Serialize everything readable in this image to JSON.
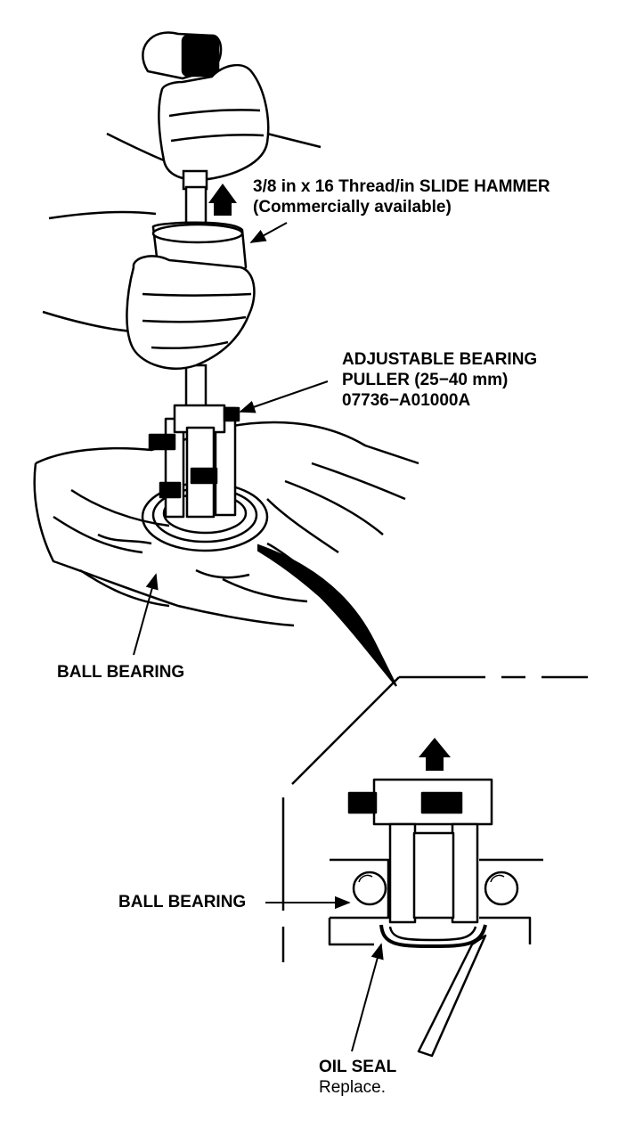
{
  "labels": {
    "slide_hammer": {
      "line1": "3/8 in x 16 Thread/in SLIDE HAMMER",
      "line2": "(Commercially available)"
    },
    "bearing_puller": {
      "line1": "ADJUSTABLE BEARING",
      "line2": "PULLER (25−40 mm)",
      "line3": "07736−A01000A"
    },
    "ball_bearing_main": "BALL BEARING",
    "ball_bearing_detail": "BALL BEARING",
    "oil_seal": {
      "title": "OIL SEAL",
      "note": "Replace."
    }
  },
  "icons": [
    "up-arrow-icon",
    "leader-arrow-icon"
  ],
  "colors": {
    "ink": "#000000",
    "paper": "#ffffff"
  }
}
